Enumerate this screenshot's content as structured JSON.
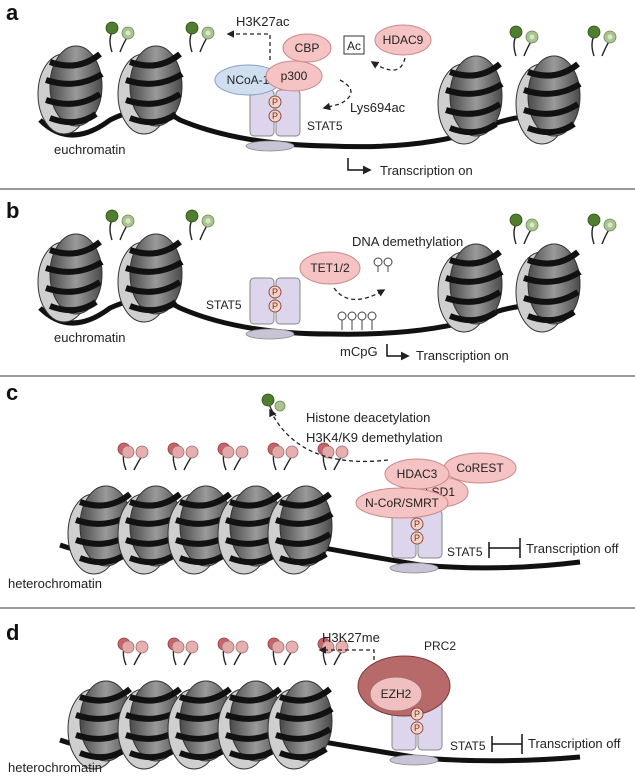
{
  "panels": [
    {
      "letter": "a",
      "chromatin": "euchromatin",
      "proteins": {
        "cbp": "CBP",
        "p300": "p300",
        "ncoa": "NCoA-1",
        "hdac9": "HDAC9",
        "ac": "Ac",
        "stat5": "STAT5"
      },
      "marks": {
        "h3k27ac": "H3K27ac",
        "lys": "Lys694ac"
      },
      "transcription": "Transcription on"
    },
    {
      "letter": "b",
      "chromatin": "euchromatin",
      "proteins": {
        "tet": "TET1/2",
        "stat5": "STAT5"
      },
      "marks": {
        "demeth": "DNA demethylation",
        "mcpg": "mCpG"
      },
      "transcription": "Transcription on"
    },
    {
      "letter": "c",
      "chromatin": "heterochromatin",
      "proteins": {
        "hdac3": "HDAC3",
        "corest": "CoREST",
        "lsd1": "LSD1",
        "ncor": "N-CoR/SMRT",
        "stat5": "STAT5"
      },
      "marks": {
        "deac1": "Histone deacetylation",
        "deac2": "H3K4/K9 demethylation"
      },
      "transcription": "Transcription off"
    },
    {
      "letter": "d",
      "chromatin": "heterochromatin",
      "proteins": {
        "prc2": "PRC2",
        "ezh2": "EZH2",
        "stat5": "STAT5"
      },
      "marks": {
        "h3k27me": "H3K27me"
      },
      "transcription": "Transcription off"
    }
  ],
  "phospho_label": "P",
  "colors": {
    "euchromatin_mark": "#5e8a3a",
    "euchromatin_mark_light": "#a9c490",
    "heterochromatin_mark": "#c8646a",
    "heterochromatin_mark_light": "#e6b0b0",
    "stat5_fill": "#ddd5ec",
    "coactivator_fill": "#f5c3c3",
    "ncoa_fill": "#cfdff0",
    "prc2_fill": "#b86a6a",
    "nucleosome_dark": "#555555",
    "nucleosome_light": "#bbbbbb"
  }
}
